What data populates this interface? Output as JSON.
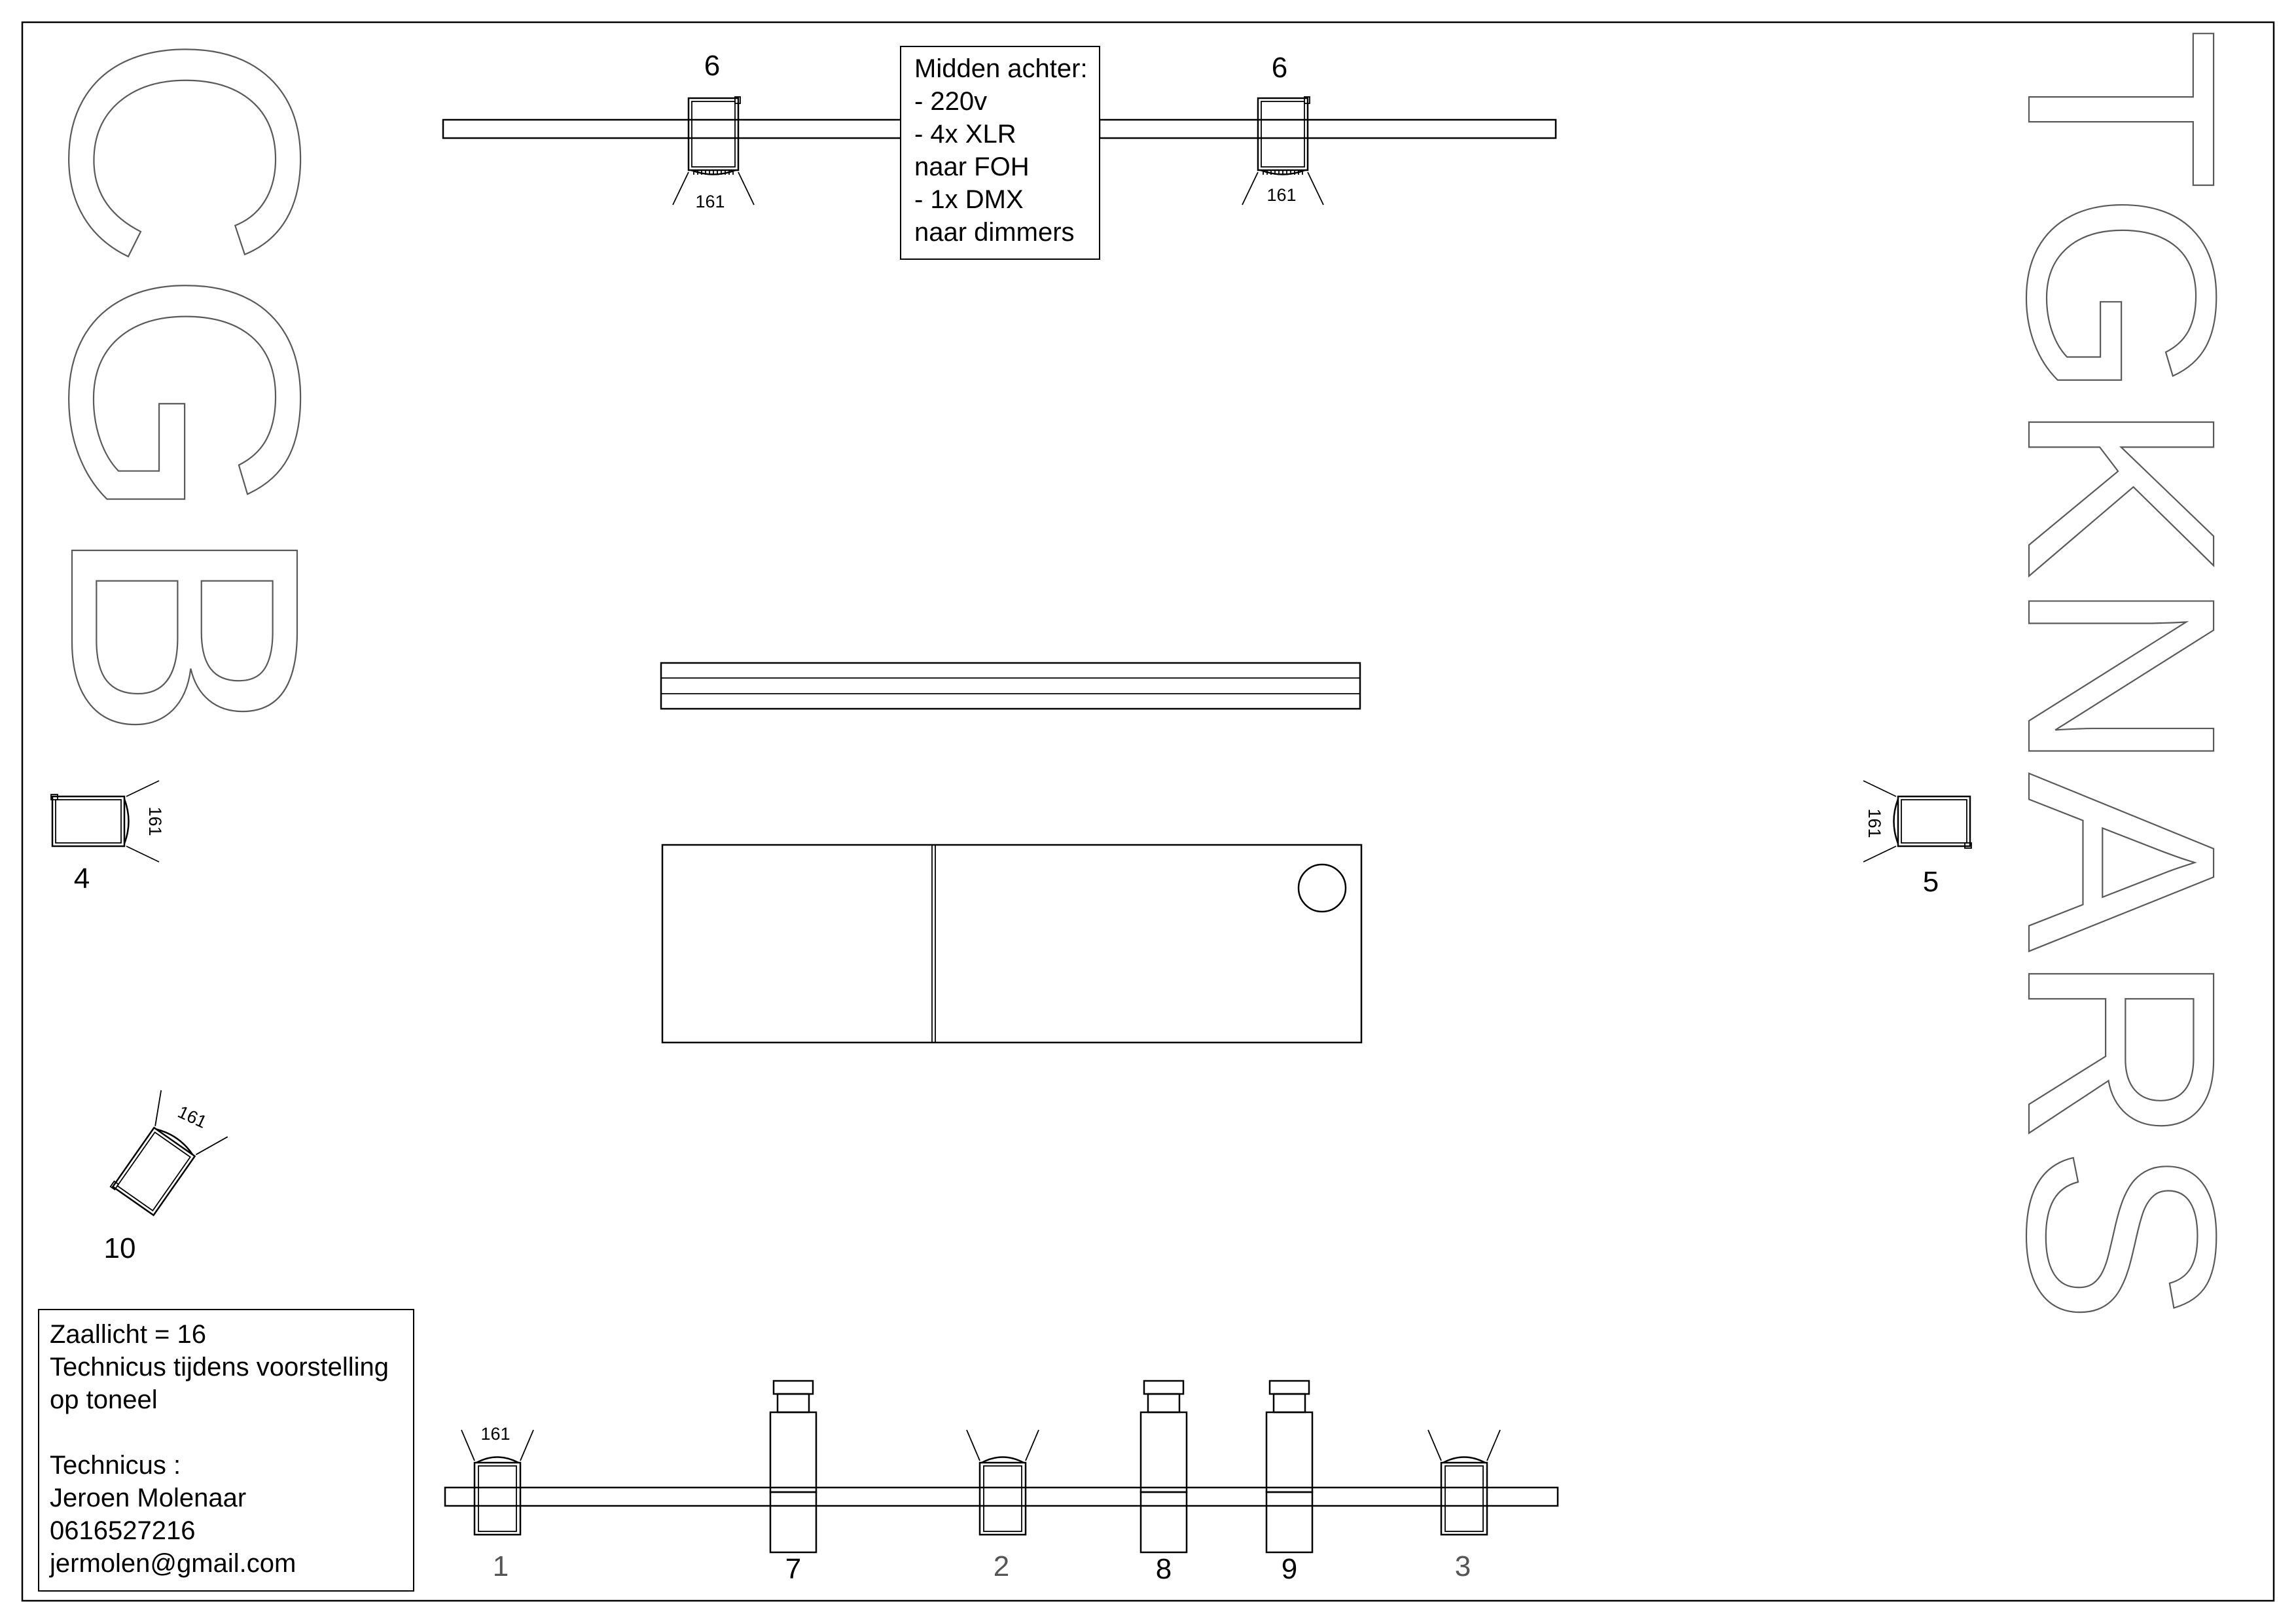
{
  "watermarks": {
    "left": "CGB",
    "right": "TGKNARS"
  },
  "notes": {
    "midden_achter": "Midden achter:\n- 220v\n- 4x XLR\nnaar FOH\n- 1x DMX\nnaar dimmers",
    "info": "Zaallicht = 16\nTechnicus tijdens voorstelling\nop toneel\n\nTechnicus :\nJeroen Molenaar\n0616527216\njermolen@gmail.com"
  },
  "fixtures": [
    {
      "id": "back-left",
      "channel": "6",
      "gel": "161"
    },
    {
      "id": "back-right",
      "channel": "6",
      "gel": "161"
    },
    {
      "id": "side-left",
      "channel": "4",
      "gel": "161"
    },
    {
      "id": "side-right",
      "channel": "5",
      "gel": "161"
    },
    {
      "id": "diag-left",
      "channel": "10",
      "gel": "161"
    },
    {
      "id": "front-1",
      "channel": "1",
      "gel": "161"
    },
    {
      "id": "front-7",
      "channel": "7",
      "gel": ""
    },
    {
      "id": "front-2",
      "channel": "2",
      "gel": ""
    },
    {
      "id": "front-8",
      "channel": "8",
      "gel": ""
    },
    {
      "id": "front-9",
      "channel": "9",
      "gel": ""
    },
    {
      "id": "front-3",
      "channel": "3",
      "gel": ""
    }
  ]
}
